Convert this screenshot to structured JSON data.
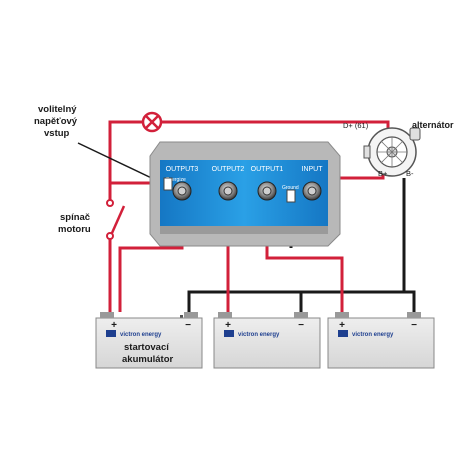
{
  "labels": {
    "optional_input": [
      "volitelný",
      "napěťový",
      "vstup"
    ],
    "ignition_switch": [
      "spínač",
      "motoru"
    ],
    "alternator": "alternátor",
    "d_plus": "D+ (61)",
    "b_plus": "B+",
    "b_minus": "B-",
    "starter_battery": [
      "startovací",
      "akumulátor"
    ]
  },
  "isolator": {
    "outputs": [
      "OUTPUT3",
      "OUTPUT2",
      "OUTPUT1",
      "INPUT"
    ],
    "small_labels": [
      "Energize",
      "Ground"
    ]
  },
  "batteries": [
    {
      "brand": "victron energy",
      "plus": "+",
      "minus": "−"
    },
    {
      "brand": "victron energy",
      "plus": "+",
      "minus": "−"
    },
    {
      "brand": "victron energy",
      "plus": "+",
      "minus": "−"
    }
  ],
  "colors": {
    "positive_wire": "#d2203a",
    "negative_wire": "#1a1a1a",
    "isolator_body": "#1e8fd6",
    "isolator_frame": "#b8b8b8",
    "battery_body": "#e4e4e4"
  },
  "icons": [
    "lamp-icon",
    "alternator-icon",
    "switch-icon",
    "terminal-icon"
  ]
}
